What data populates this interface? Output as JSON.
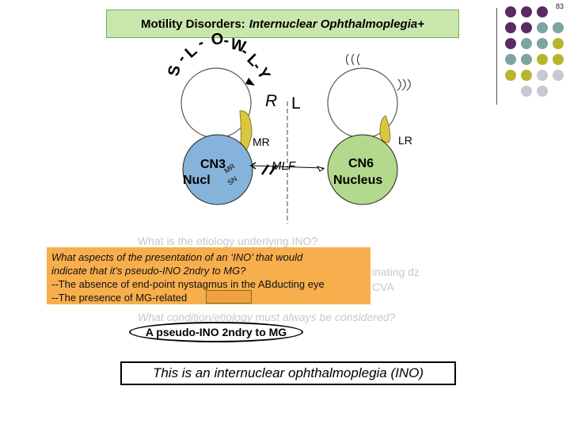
{
  "page_number": "83",
  "title": {
    "main": "Motility Disorders:",
    "italic": "Internuclear Ophthalmoplegia+"
  },
  "diagram": {
    "slowly": [
      "S",
      "-",
      "L",
      "-",
      "O",
      "-",
      "W",
      "-",
      "L",
      "-",
      "Y"
    ],
    "r_label": "R",
    "l_label": "L",
    "mr_label": "MR",
    "lr_label": "LR",
    "cn3_line1": "CN3",
    "cn3_line2": "Nucl",
    "mr_sub": "MR",
    "sn_sub": "SN",
    "mlf_label": "MLF",
    "cn6_line1": "CN6",
    "cn6_line2": "Nucleus"
  },
  "question1": "What is the etiology underlying INO?",
  "overlay": {
    "line1": "What aspects of the presentation of an ‘INO’ that would",
    "line2": "indicate that it’s pseudo-INO 2ndry to MG?",
    "line3": "--The absence of  end-point nystagmus  in the ABducting eye",
    "line4": "--The presence of MG-related"
  },
  "behind_text": {
    "frag1": "inating dz",
    "frag2": "CVA"
  },
  "question2": "What condition/etiology must always be considered?",
  "answer": "A pseudo-INO 2ndry to  MG",
  "conclusion": "This is an internuclear ophthalmoplegia (INO)",
  "colors": {
    "title_bg": "#c9e7ad",
    "cn3": "#86b3d9",
    "cn6": "#b2d98c",
    "muscle": "#d8c840",
    "overlay": "#f7ae4d",
    "dot_purple": "#5a2b5e",
    "dot_teal": "#7fa3a0",
    "dot_olive": "#b7b52a",
    "dot_light": "#c8c8d4"
  }
}
